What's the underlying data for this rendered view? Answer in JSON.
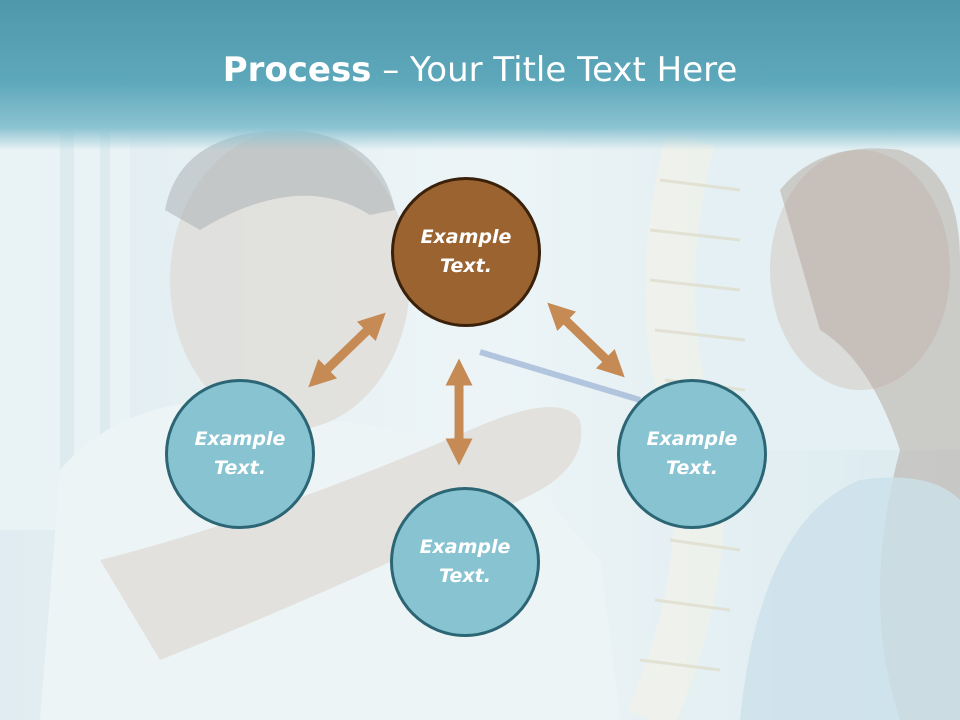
{
  "title": {
    "bold": "Process",
    "rest": " – Your Title Text Here"
  },
  "nodes": {
    "top": "Example Text.",
    "left": "Example Text.",
    "right": "Example Text.",
    "bottom": "Example Text."
  },
  "colors": {
    "header": "#5ea8bc",
    "circle_blue": "#87c3d1",
    "circle_blue_border": "#2c6675",
    "circle_brown": "#9a6330",
    "circle_brown_border": "#3a210b",
    "arrow": "#c68a55"
  }
}
